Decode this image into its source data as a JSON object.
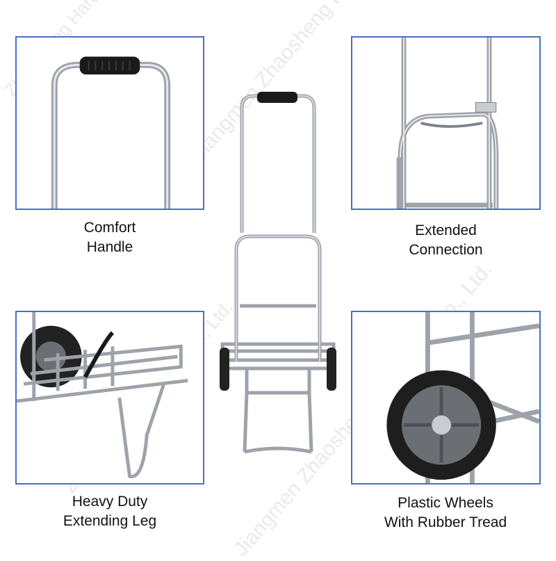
{
  "captions": {
    "top_left": {
      "line1": "Comfort",
      "line2": "Handle"
    },
    "top_right": {
      "line1": "Extended",
      "line2": "Connection"
    },
    "bottom_left": {
      "line1": "Heavy Duty",
      "line2": "Extending Leg"
    },
    "bottom_right": {
      "line1": "Plastic Wheels",
      "line2": "With Rubber Tread"
    }
  },
  "watermark": {
    "text_main": "Jiangmen Zhaosheng Hardware Co., Ltd.",
    "text_short": "Zhaosheng Hardware Co., Ltd."
  },
  "colors": {
    "frame_border": "#4a6fbf",
    "chrome": "#b8bcc2",
    "grip": "#1a1a1a",
    "wheel": "#222222",
    "hub": "#6b6e73"
  }
}
